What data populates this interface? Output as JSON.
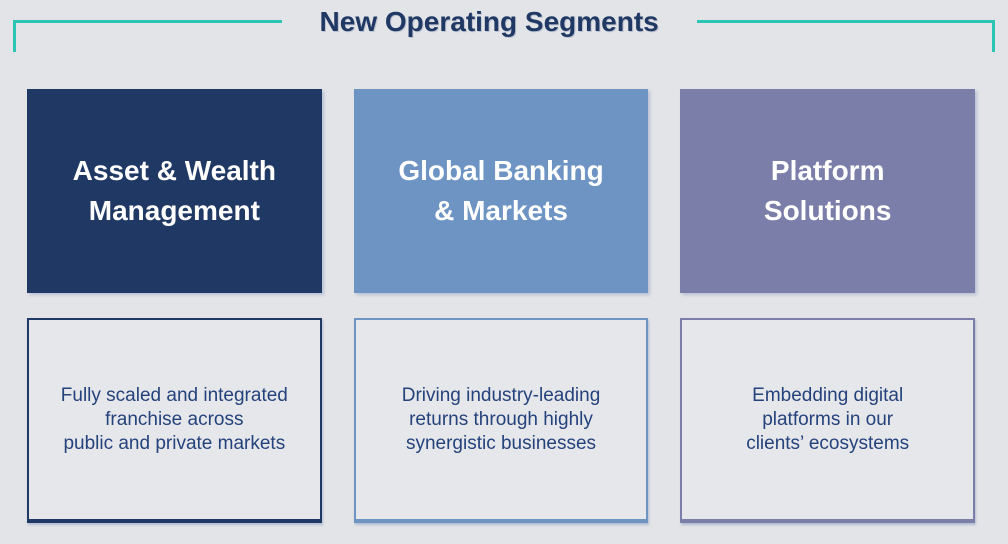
{
  "slide": {
    "title": "New Operating Segments"
  },
  "colors": {
    "background": "#E3E4E7",
    "bracket_teal": "#2CC5B3",
    "title_navy": "#1F3864",
    "body_text_navy": "#24427C",
    "segment_navy": "#203864",
    "segment_blue": "#6E94C4",
    "segment_purple": "#7B7EA8"
  },
  "segments": [
    {
      "name": "Asset & Wealth Management",
      "name_display": "Asset & Wealth\nManagement",
      "color": "#203864",
      "description": "Fully scaled and integrated\nfranchise across\npublic and private markets"
    },
    {
      "name": "Global Banking & Markets",
      "name_display": "Global Banking\n& Markets",
      "color": "#6E94C4",
      "description": "Driving industry-leading\nreturns through highly\nsynergistic businesses"
    },
    {
      "name": "Platform Solutions",
      "name_display": "Platform\nSolutions",
      "color": "#7B7EA8",
      "description": "Embedding digital\nplatforms in our\nclients’ ecosystems"
    }
  ]
}
